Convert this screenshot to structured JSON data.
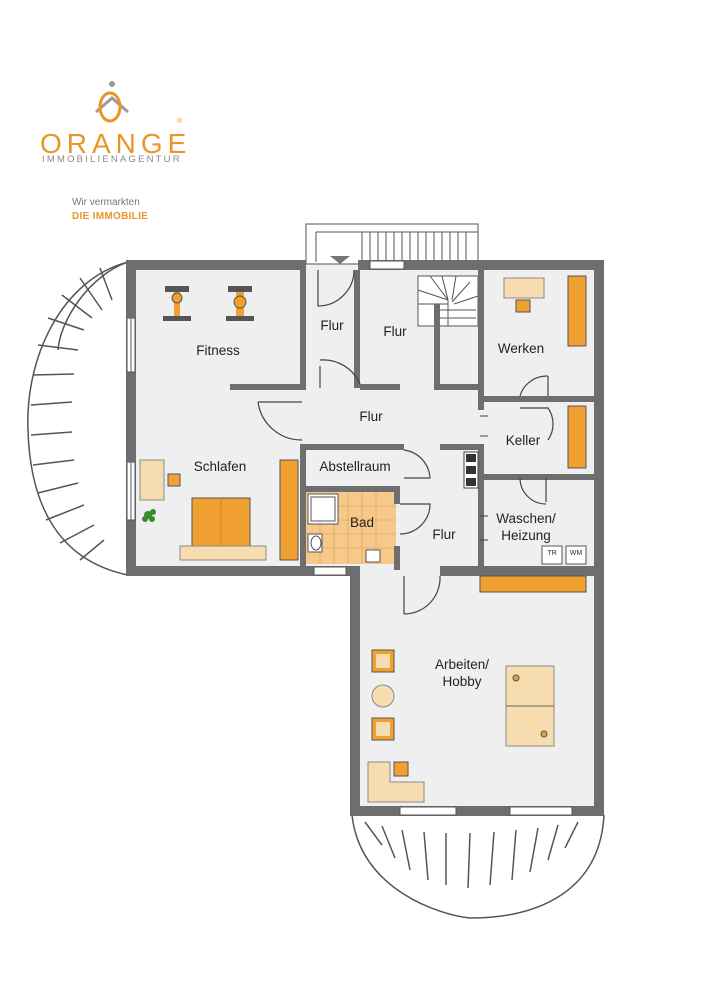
{
  "brand": {
    "name": "ORANGE",
    "registered": "®",
    "subtitle": "IMMOBILIENAGENTUR",
    "tagline_line1": "Wir vermarkten",
    "tagline_line2": "DIE IMMOBILIE"
  },
  "rooms": {
    "fitness": "Fitness",
    "flur_1": "Flur",
    "flur_2": "Flur",
    "flur_3": "Flur",
    "flur_4": "Flur",
    "werken": "Werken",
    "keller": "Keller",
    "schlafen": "Schlafen",
    "abstellraum": "Abstellraum",
    "bad": "Bad",
    "waschen": "Waschen/\nHeizung",
    "arbeiten": "Arbeiten/\nHobby"
  },
  "appliances": {
    "dryer": "TR",
    "washer": "WM"
  },
  "colors": {
    "wall": "#6e6e6e",
    "floor": "#efefef",
    "furniture": "#f0a030",
    "furniture_light": "#f7dcb0",
    "tile": "#f6c98a",
    "brand": "#e8962a"
  }
}
